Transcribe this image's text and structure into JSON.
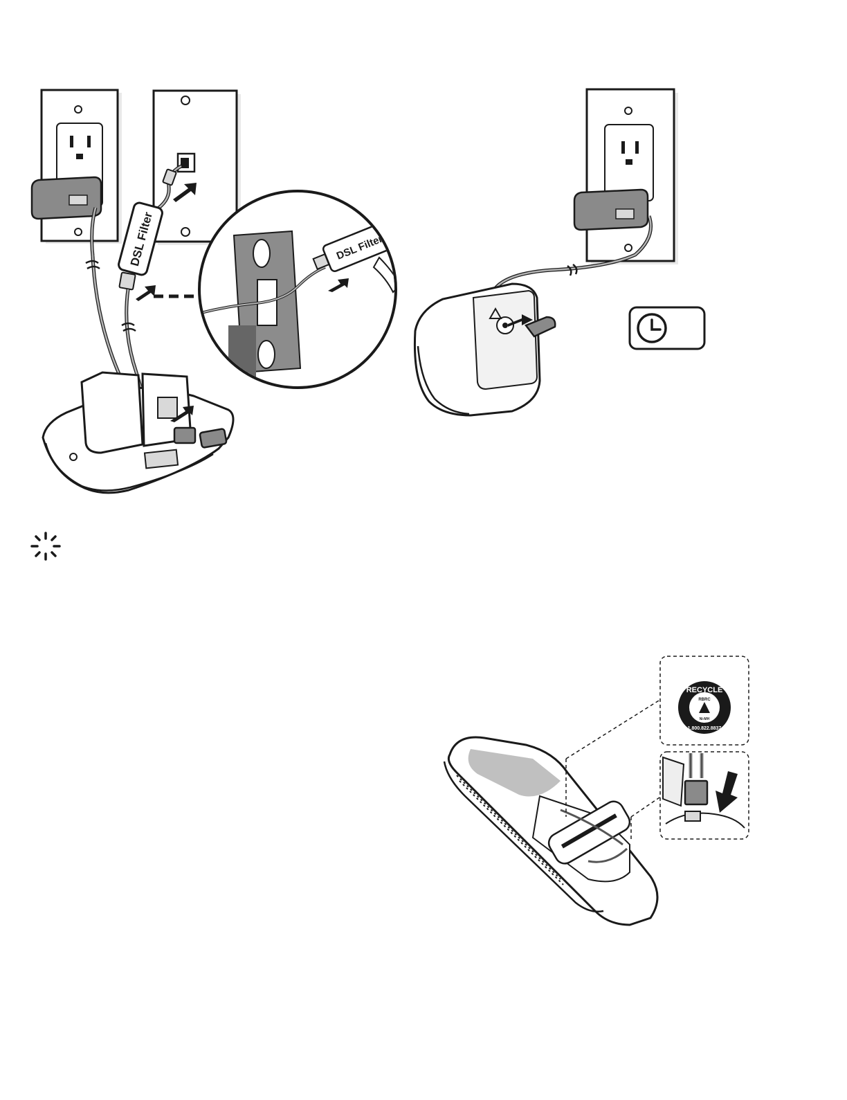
{
  "labels": {
    "dsl_filter_main": "DSL Filter",
    "dsl_filter_zoom": "DSL Filter",
    "recycle_top": "RECYCLE",
    "recycle_org": "RBRC",
    "recycle_chem": "Ni-MH",
    "recycle_phone": "1.800.822.8837"
  },
  "icons": {
    "clock": "clock-icon",
    "tip": "light-burst-icon"
  },
  "colors": {
    "ink": "#1a1a1a",
    "adapter_grey": "#8a8a8a",
    "panel_grey": "#8c8c8c",
    "paper": "#ffffff"
  }
}
